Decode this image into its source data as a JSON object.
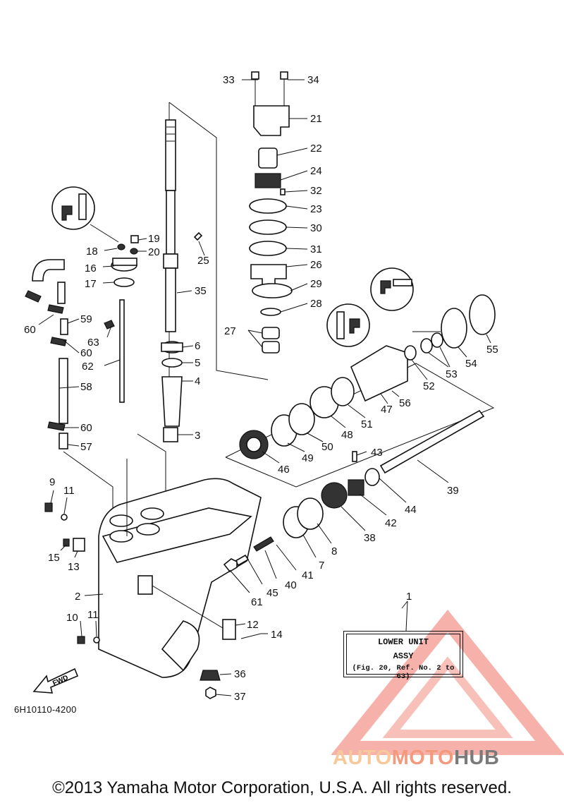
{
  "diagram": {
    "code": "6H10110-4200",
    "copyright": "©2013 Yamaha Motor Corporation, U.S.A. All rights reserved.",
    "fwd_label": "FWD",
    "assembly_label": {
      "line1": "LOWER UNIT",
      "line2": "ASSY",
      "line3": "(Fig. 20, Ref. No. 2 to 63)"
    },
    "callouts": [
      "1",
      "2",
      "3",
      "4",
      "5",
      "6",
      "7",
      "8",
      "9",
      "10",
      "11",
      "11",
      "12",
      "13",
      "14",
      "15",
      "16",
      "17",
      "18",
      "19",
      "20",
      "21",
      "22",
      "23",
      "24",
      "25",
      "26",
      "27",
      "28",
      "29",
      "30",
      "31",
      "32",
      "33",
      "34",
      "35",
      "36",
      "37",
      "38",
      "39",
      "40",
      "41",
      "42",
      "43",
      "44",
      "45",
      "46",
      "47",
      "48",
      "49",
      "50",
      "51",
      "52",
      "53",
      "54",
      "55",
      "56",
      "57",
      "58",
      "59",
      "60",
      "60",
      "60",
      "61",
      "62",
      "63"
    ]
  },
  "watermark": {
    "part1": "AUTO",
    "part2": "MOTO",
    "part3": "HUB"
  }
}
